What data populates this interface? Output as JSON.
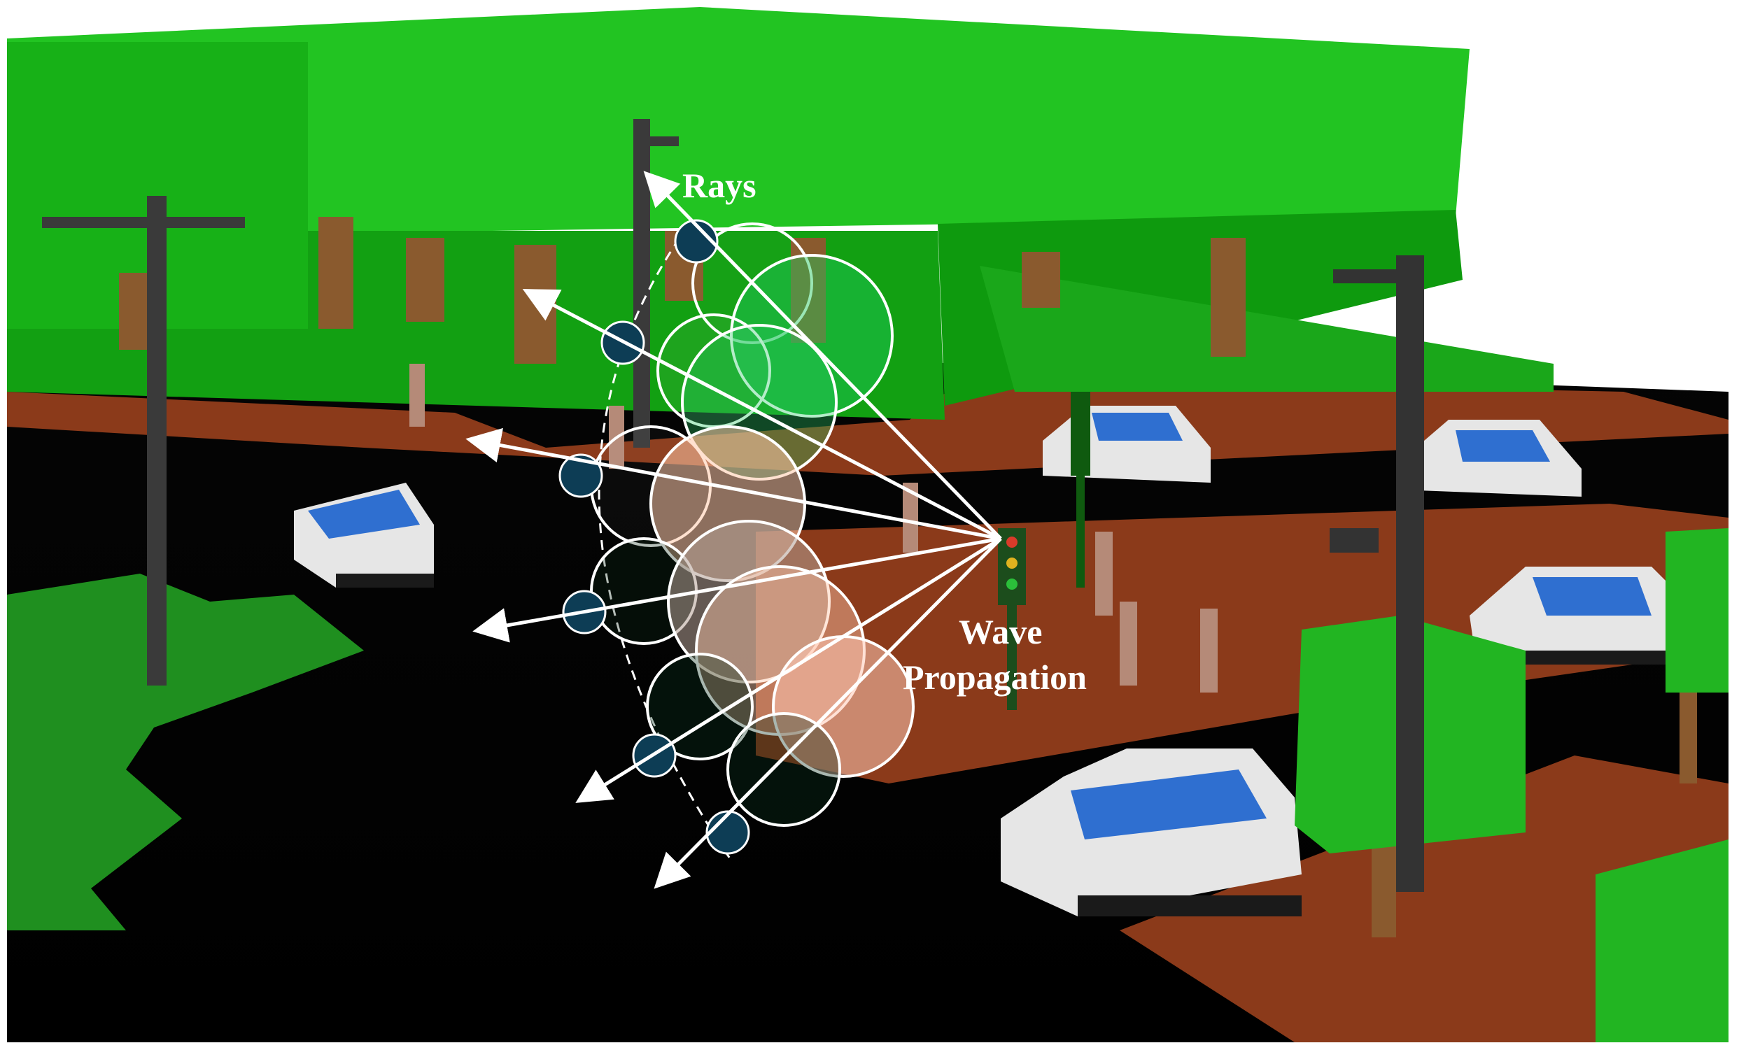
{
  "labels": {
    "rays": "Rays",
    "wave_line1": "Wave",
    "wave_line2": "Propagation"
  },
  "colors": {
    "background": "#ffffff",
    "road": "#000000",
    "sidewalk": "#8b3a1a",
    "grass": "#1f8f1f",
    "canopy_top": "#22c422",
    "canopy_front": "#12a012",
    "trunk": "#8a5a2e",
    "pole": "#3a3a3a",
    "car_body": "#e6e6e6",
    "car_window": "#2f6fd0",
    "pedestrian": "#b58a78",
    "ray_arrow": "#ffffff",
    "small_circle_fill": "#0d3d55",
    "wavefront_dashed": "#ffffff"
  },
  "icons": [
    "ray-arrow",
    "wavefront-circle",
    "transmitter",
    "street-lamp",
    "utility-pole",
    "traffic-light",
    "car",
    "pedestrian",
    "tree"
  ]
}
